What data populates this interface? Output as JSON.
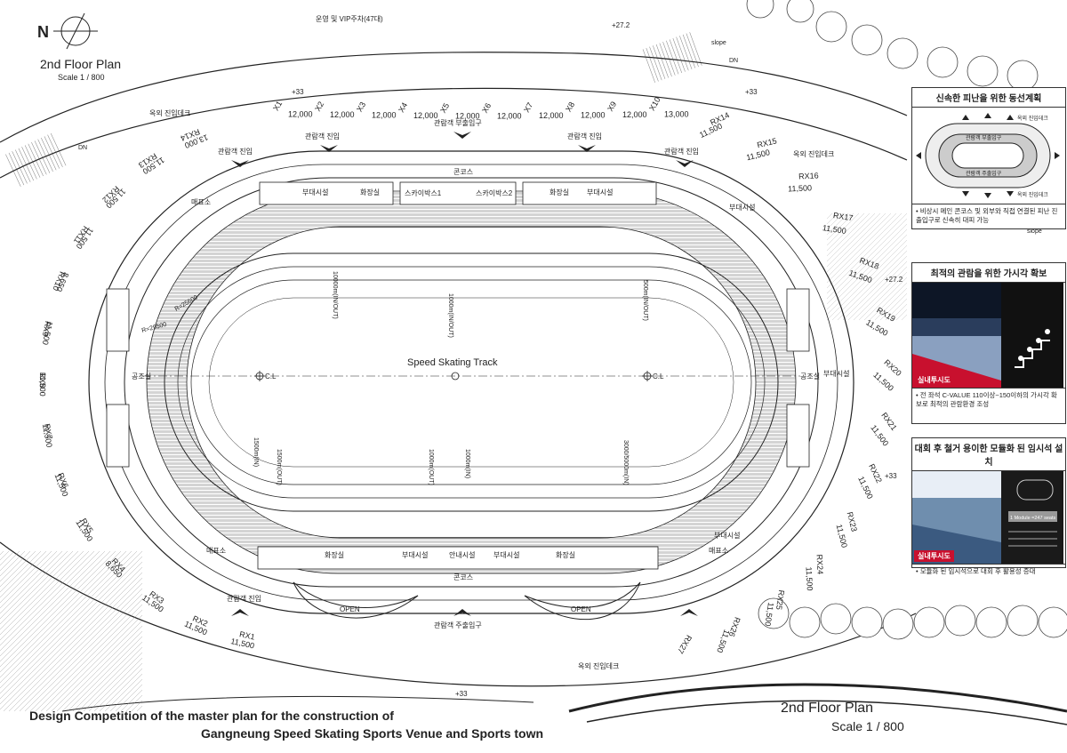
{
  "north_label": "N",
  "plan_title": "2nd Floor Plan",
  "plan_scale": "Scale 1 / 800",
  "plan_title_bottom": "2nd Floor Plan",
  "plan_scale_bottom": "Scale 1 / 800",
  "competition_line1": "Design Competition of the master plan for the construction of",
  "competition_line2": "Gangneung  Speed Skating Sports Venue and Sports town",
  "labels": {
    "parking": "운영 및 VIP주차(47대)",
    "outdoor_deck_nw": "옥외 진입데크",
    "outdoor_deck_ne": "옥외 진입데크",
    "outdoor_deck_s": "옥외 진입데크",
    "entrance_main_top": "관람객 부출입구",
    "entrance_main_bottom": "관람객 주출입구",
    "spectator_entry_1": "관람객 진입",
    "spectator_entry_2": "관람객 진입",
    "spectator_entry_3": "관람객 진입",
    "spectator_entry_4": "관람객 진입",
    "spectator_entry_5": "관람객 진입",
    "concourse_top": "콘코스",
    "concourse_bottom": "콘코스",
    "skybox1": "스카이박스1",
    "skybox2": "스카이박스2",
    "aux_1": "부대시설",
    "aux_2": "부대시설",
    "aux_3": "부대시설",
    "aux_4": "부대시설",
    "aux_5": "부대시설",
    "aux_6": "부대시설",
    "aux_7": "부대시설",
    "restroom_1": "화장실",
    "restroom_2": "화장실",
    "restroom_3": "화장실",
    "restroom_4": "화장실",
    "ticket_1": "매표소",
    "ticket_2": "매표소",
    "ticket_3": "매표소",
    "info": "안내시설",
    "air_left": "공조실",
    "air_right": "공조실",
    "open_1": "OPEN",
    "open_2": "OPEN",
    "track": "Speed Skating Track",
    "cl_left": "C.L",
    "cl_right": "C.L",
    "radius_1": "R=25600",
    "radius_2": "R=29500",
    "dn_1": "DN",
    "dn_2": "DN",
    "slope_1": "slope",
    "slope_2": "slope",
    "lv_1": "+27.2",
    "lv_2": "+33",
    "lv_3": "+33",
    "lv_4": "+27.2",
    "lv_5": "+33",
    "lv_6": "+33",
    "lane_1": "1000m(IN/OUT)",
    "lane_2": "10000m(IN/OUT)",
    "lane_3": "1500m(IN)",
    "lane_4": "1500m(OUT)",
    "lane_5": "1000m(OUT)",
    "lane_6": "1000m(IN)",
    "lane_7": "3000/5000m(IN)",
    "lane_8": "500m(IN/OUT)"
  },
  "grid_top": [
    {
      "id": "X1",
      "dim": "12,000"
    },
    {
      "id": "X2",
      "dim": "12,000"
    },
    {
      "id": "X3",
      "dim": "12,000"
    },
    {
      "id": "X4",
      "dim": "12,000"
    },
    {
      "id": "X5",
      "dim": "12,000"
    },
    {
      "id": "X6",
      "dim": "12,000"
    },
    {
      "id": "X7",
      "dim": "12,000"
    },
    {
      "id": "X8",
      "dim": "12,000"
    },
    {
      "id": "X9",
      "dim": "12,000"
    },
    {
      "id": "X10",
      "dim": "13,000"
    }
  ],
  "grid_left": [
    {
      "id": "RX14",
      "dim": "13,000"
    },
    {
      "id": "RX13",
      "dim": "11,500"
    },
    {
      "id": "RX12",
      "dim": "11,500"
    },
    {
      "id": "RX11",
      "dim": "11,500"
    },
    {
      "id": "RX10",
      "dim": "8,650"
    },
    {
      "id": "RX9",
      "dim": "11,500"
    },
    {
      "id": "RX8",
      "dim": "11,500"
    },
    {
      "id": "RX7",
      "dim": "11,500"
    },
    {
      "id": "RX6",
      "dim": "11,500"
    },
    {
      "id": "RX5",
      "dim": "11,500"
    },
    {
      "id": "RX4",
      "dim": "8,650"
    },
    {
      "id": "RX3",
      "dim": "11,500"
    },
    {
      "id": "RX2",
      "dim": "11,500"
    },
    {
      "id": "RX1",
      "dim": "11,500"
    }
  ],
  "grid_right": [
    {
      "id": "RX14",
      "dim": "11,500"
    },
    {
      "id": "RX15",
      "dim": "11,500"
    },
    {
      "id": "RX16",
      "dim": "11,500"
    },
    {
      "id": "RX17",
      "dim": "11,500"
    },
    {
      "id": "RX18",
      "dim": "11,500"
    },
    {
      "id": "RX19",
      "dim": "11,500"
    },
    {
      "id": "RX20",
      "dim": "11,500"
    },
    {
      "id": "RX21",
      "dim": "11,500"
    },
    {
      "id": "RX22",
      "dim": "11,500"
    },
    {
      "id": "RX23",
      "dim": "11,500"
    },
    {
      "id": "RX24",
      "dim": "11,500"
    },
    {
      "id": "RX25",
      "dim": "11,500"
    },
    {
      "id": "RX26",
      "dim": "11,500"
    },
    {
      "id": "RX27",
      "dim": ""
    }
  ],
  "panels": [
    {
      "title": "신속한 피난을 위한 동선계획",
      "note": "• 비상시 메인 콘코스 및 외부와 직접 연결된 피난 진출입구로 신속히 대피 가능",
      "labels": [
        "옥외 진입데크",
        "관람객 부출입구",
        "관람객 주출입구",
        "옥외 진입데크"
      ]
    },
    {
      "title": "최적의 관람을 위한 가시각 확보",
      "note": "• 전 좌석 C-VALUE 110이상~150이하의 가시각 확보로 최적의 관람환경 조성",
      "tag": "실내투시도"
    },
    {
      "title": "대회 후 철거 용이한 모듈화 된 임시석 설치",
      "note": "• 모듈화 된 임시석으로 대회 후 활용성 증대",
      "tag": "실내투시도",
      "module_label": "1 Module =247 seats"
    }
  ],
  "colors": {
    "line": "#222222",
    "accent": "#c8102e",
    "seat": "#555555"
  }
}
